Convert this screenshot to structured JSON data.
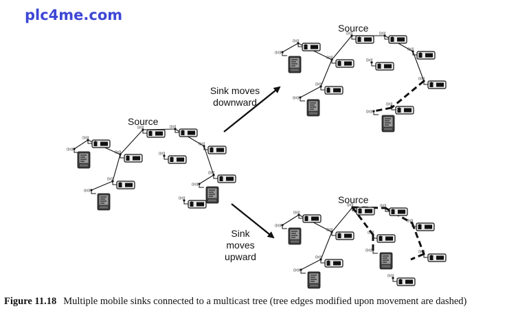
{
  "watermark": "plc4me.com",
  "labels": {
    "source": "Source",
    "arrow_down_line1": "Sink moves",
    "arrow_down_line2": "downward",
    "arrow_up_line1": "Sink",
    "arrow_up_line2": "moves",
    "arrow_up_line3": "upward"
  },
  "caption": {
    "figure_label": "Figure 11.18",
    "text": "Multiple mobile sinks connected to a multicast tree (tree edges modified upon movement are dashed)"
  },
  "diagrams": [
    {
      "name": "initial-tree",
      "title": "Source",
      "dashed_edges": 0
    },
    {
      "name": "sink-moves-downward-tree",
      "title": "Source",
      "dashed_edges": 2
    },
    {
      "name": "sink-moves-upward-tree",
      "title": "Source",
      "dashed_edges": 5
    }
  ],
  "legend_icons": {
    "sensor": "sensor-node-icon",
    "sink": "pda-sink-icon",
    "antenna": "antenna-icon"
  }
}
